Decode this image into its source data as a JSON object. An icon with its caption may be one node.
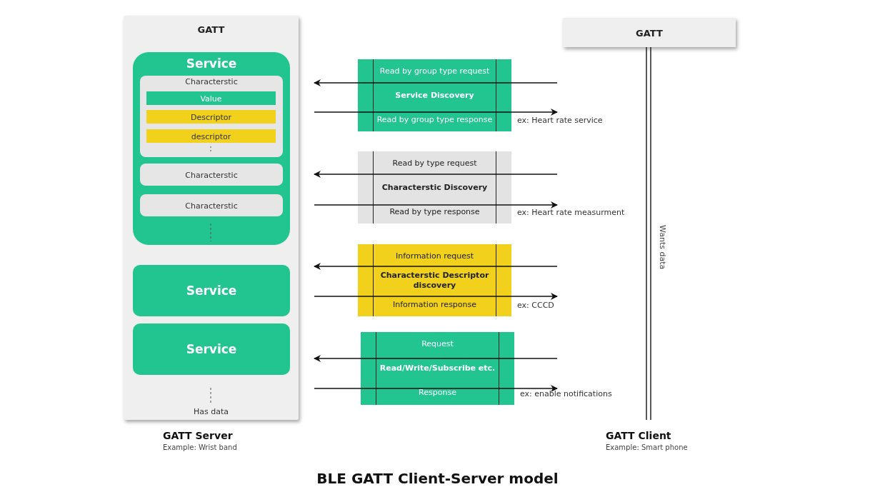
{
  "diagram": {
    "caption": "BLE GATT Client-Server model",
    "nodes": [
      {
        "text": [
          "GATT",
          "Has data"
        ]
      },
      {
        "text": [
          "Service"
        ],
        "in": 0
      },
      {
        "text": [
          "Characterstic"
        ],
        "in": 1
      },
      {
        "text": [
          "Value"
        ],
        "in": 2
      },
      {
        "text": [
          "Descriptor"
        ],
        "in": 2
      },
      {
        "text": [
          "descriptor"
        ],
        "in": 2
      },
      {
        "text": [
          "Characterstic"
        ],
        "in": 1
      },
      {
        "text": [
          "Characterstic"
        ],
        "in": 1
      },
      {
        "text": [
          "Service"
        ],
        "in": 0
      },
      {
        "text": [
          "Service"
        ],
        "in": 0
      },
      {
        "text": [
          "GATT"
        ]
      },
      {
        "text": [
          "Read by group type request",
          "Service Discovery",
          "Read by group type response"
        ],
        "beside": [
          "ex: Heart rate service"
        ]
      },
      {
        "text": [
          "Read by type request",
          "Characterstic Discovery",
          "Read by type response"
        ],
        "beside": [
          "ex: Heart rate measurment"
        ]
      },
      {
        "text": [
          "Information request",
          "Characterstic Descriptor discovery",
          "Information response"
        ],
        "beside": [
          "ex: CCCD"
        ]
      },
      {
        "text": [
          "Request",
          "Read/Write/Subscribe etc.",
          "Response"
        ],
        "beside": [
          "ex: enable notifications"
        ]
      }
    ],
    "labels": [
      "Wants data",
      "GATT Server",
      "Example: Wrist band",
      "GATT Client",
      "Example: Smart phone"
    ]
  }
}
